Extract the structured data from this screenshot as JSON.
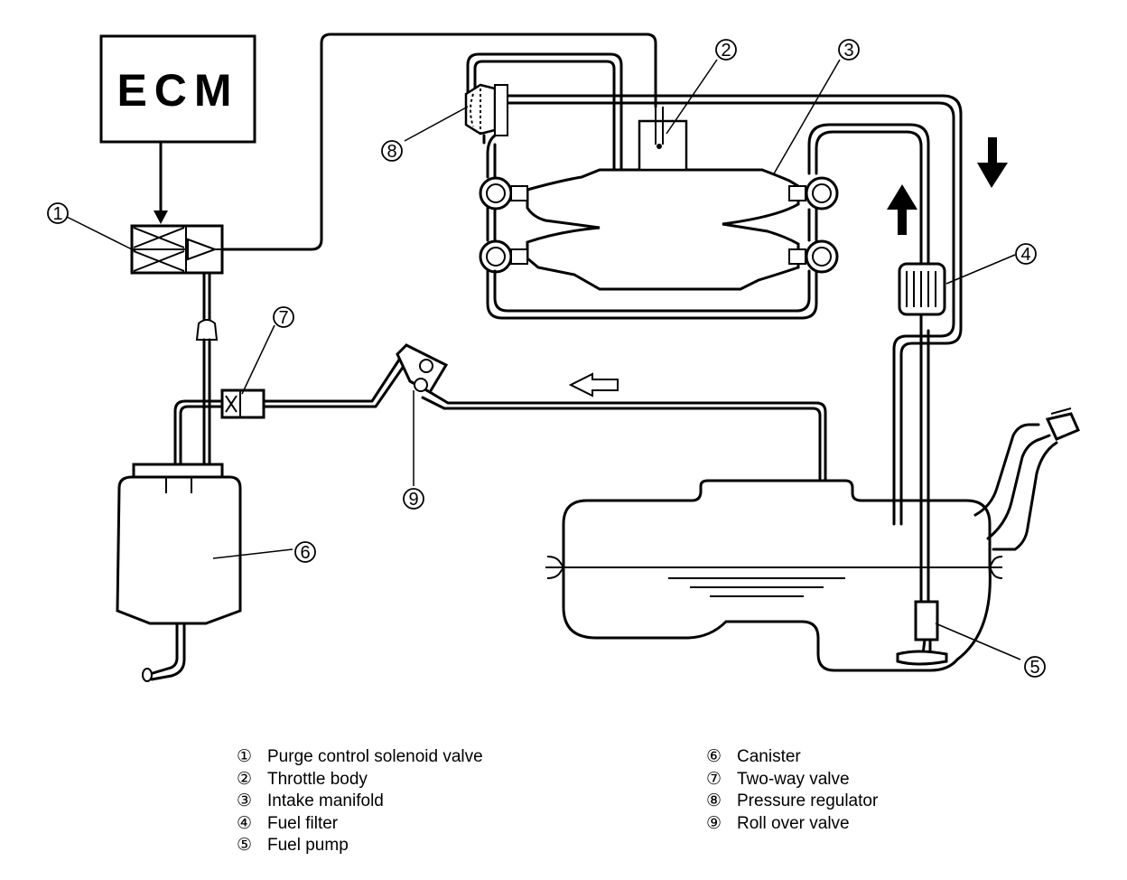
{
  "ecm_label": "ECM",
  "callouts": [
    "1",
    "2",
    "3",
    "4",
    "5",
    "6",
    "7",
    "8",
    "9"
  ],
  "legend_left": [
    {
      "num": "①",
      "label": "Purge control solenoid valve"
    },
    {
      "num": "②",
      "label": "Throttle body"
    },
    {
      "num": "③",
      "label": "Intake manifold"
    },
    {
      "num": "④",
      "label": "Fuel filter"
    },
    {
      "num": "⑤",
      "label": "Fuel pump"
    }
  ],
  "legend_right": [
    {
      "num": "⑥",
      "label": "Canister"
    },
    {
      "num": "⑦",
      "label": "Two-way valve"
    },
    {
      "num": "⑧",
      "label": "Pressure regulator"
    },
    {
      "num": "⑨",
      "label": "Roll over valve"
    }
  ]
}
